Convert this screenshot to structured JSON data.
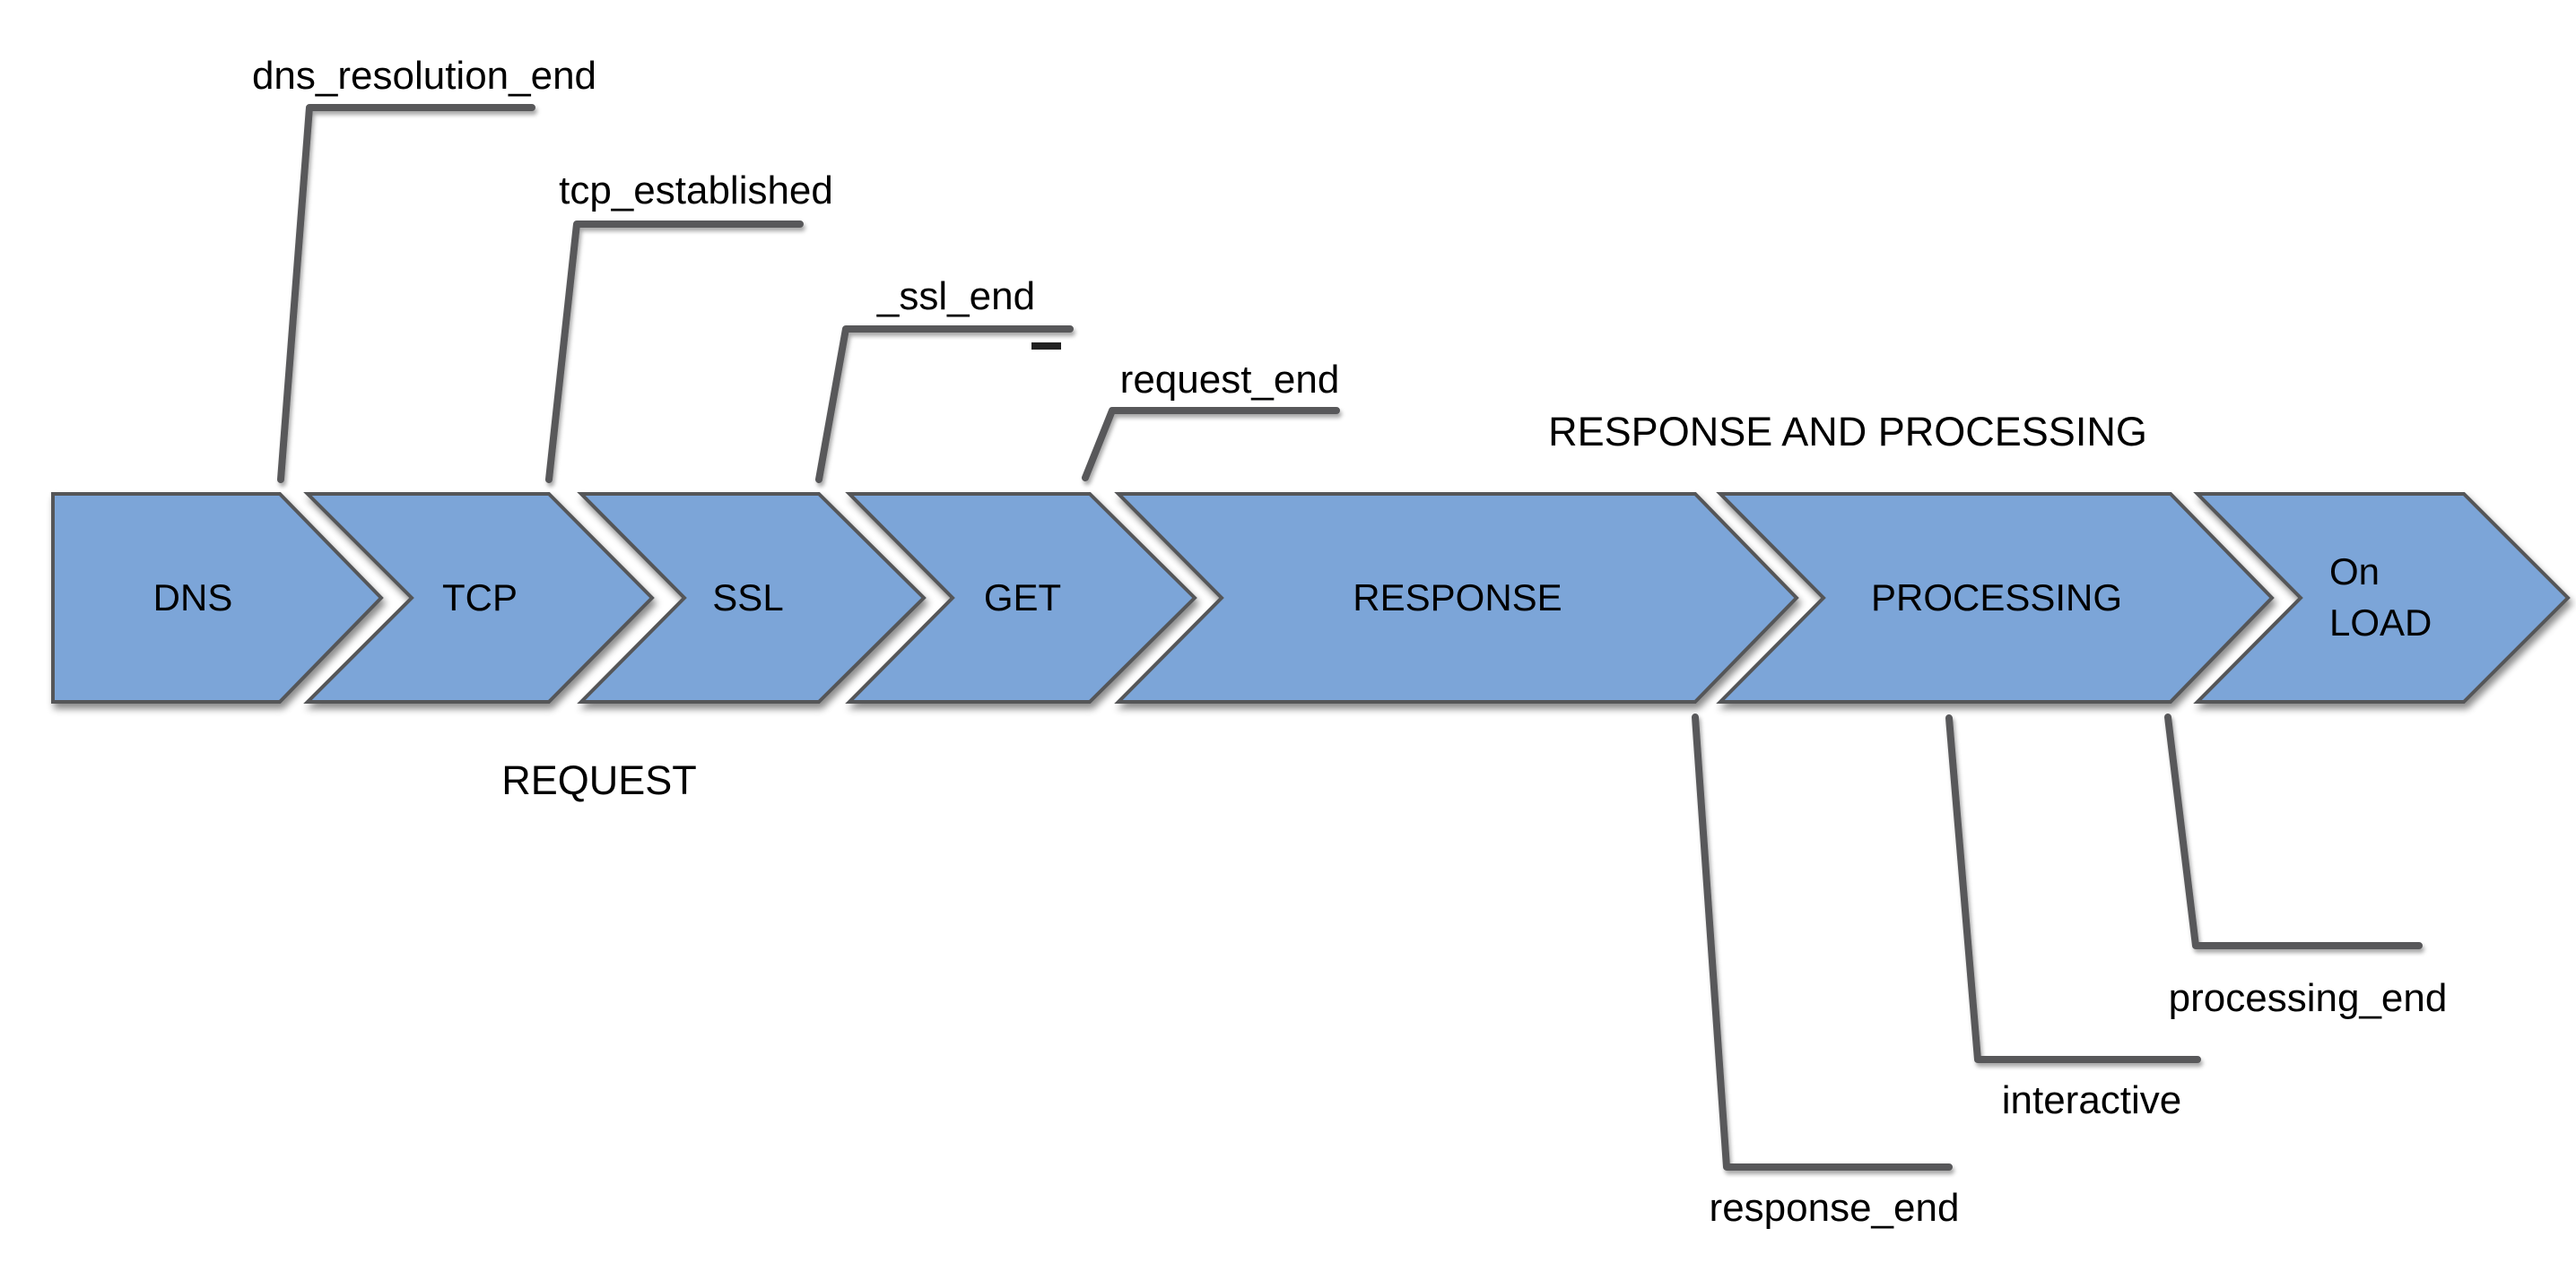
{
  "diagram": {
    "description": "page load timing phases",
    "stages": [
      {
        "label": "DNS"
      },
      {
        "label": "TCP"
      },
      {
        "label": "SSL"
      },
      {
        "label": "GET"
      },
      {
        "label": "RESPONSE"
      },
      {
        "label": "PROCESSING"
      },
      {
        "label_line1": "On",
        "label_line2": "LOAD"
      }
    ],
    "top_events": [
      {
        "label": "dns_resolution_end"
      },
      {
        "label": "tcp_established"
      },
      {
        "label": "_ssl_end"
      },
      {
        "label": "request_end"
      }
    ],
    "bottom_events": [
      {
        "label": "response_end"
      },
      {
        "label": "interactive"
      },
      {
        "label": "processing_end"
      }
    ],
    "sections": [
      {
        "label": "REQUEST"
      },
      {
        "label": "RESPONSE AND PROCESSING"
      }
    ]
  },
  "colors": {
    "arrow_fill": "#7BA5D8",
    "arrow_border": "#555759",
    "connector": "#58585A",
    "flank_line": "#5A5A5A",
    "text": "#000000",
    "background": "#FFFFFF"
  }
}
